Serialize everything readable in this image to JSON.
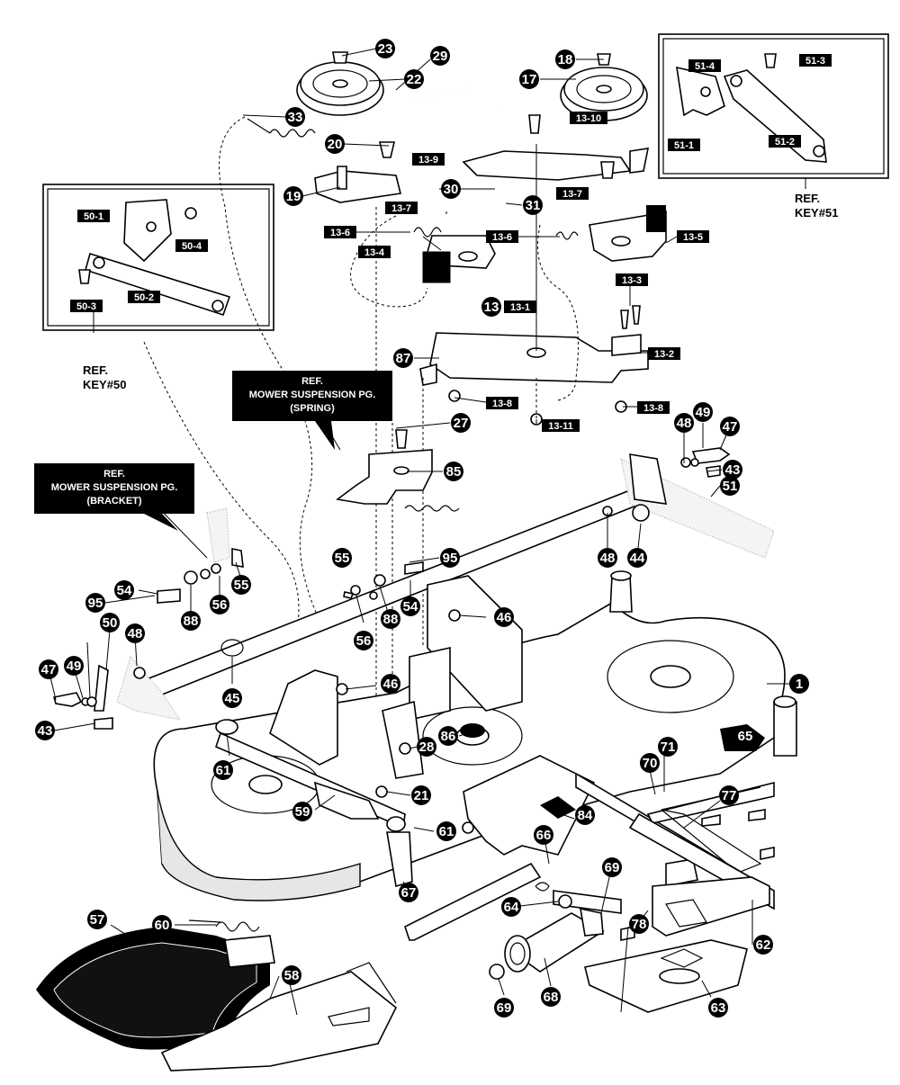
{
  "callouts": [
    {
      "id": "c23",
      "label": "23"
    },
    {
      "id": "c22",
      "label": "22"
    },
    {
      "id": "c29",
      "label": "29"
    },
    {
      "id": "c33",
      "label": "33"
    },
    {
      "id": "c20",
      "label": "20"
    },
    {
      "id": "c19",
      "label": "19"
    },
    {
      "id": "c18",
      "label": "18"
    },
    {
      "id": "c17",
      "label": "17"
    },
    {
      "id": "c30",
      "label": "30"
    },
    {
      "id": "c31",
      "label": "31"
    },
    {
      "id": "c13",
      "label": "13"
    },
    {
      "id": "c87",
      "label": "87"
    },
    {
      "id": "c27",
      "label": "27"
    },
    {
      "id": "c85",
      "label": "85"
    },
    {
      "id": "c49",
      "label": "49"
    },
    {
      "id": "c48a",
      "label": "48"
    },
    {
      "id": "c47a",
      "label": "47"
    },
    {
      "id": "c43a",
      "label": "43"
    },
    {
      "id": "c51",
      "label": "51"
    },
    {
      "id": "c48b",
      "label": "48"
    },
    {
      "id": "c44",
      "label": "44"
    },
    {
      "id": "c95a",
      "label": "95"
    },
    {
      "id": "c55a",
      "label": "55"
    },
    {
      "id": "c54a",
      "label": "54"
    },
    {
      "id": "c95b",
      "label": "95"
    },
    {
      "id": "c56a",
      "label": "56"
    },
    {
      "id": "c55b",
      "label": "55"
    },
    {
      "id": "c88a",
      "label": "88"
    },
    {
      "id": "c50",
      "label": "50"
    },
    {
      "id": "c48c",
      "label": "48"
    },
    {
      "id": "c47b",
      "label": "47"
    },
    {
      "id": "c49b",
      "label": "49"
    },
    {
      "id": "c43b",
      "label": "43"
    },
    {
      "id": "c56b",
      "label": "56"
    },
    {
      "id": "c88b",
      "label": "88"
    },
    {
      "id": "c54b",
      "label": "54"
    },
    {
      "id": "c46a",
      "label": "46"
    },
    {
      "id": "c45",
      "label": "45"
    },
    {
      "id": "c46b",
      "label": "46"
    },
    {
      "id": "c1",
      "label": "1"
    },
    {
      "id": "c65",
      "label": "65"
    },
    {
      "id": "c71",
      "label": "71"
    },
    {
      "id": "c70",
      "label": "70"
    },
    {
      "id": "c28",
      "label": "28"
    },
    {
      "id": "c86",
      "label": "86"
    },
    {
      "id": "c61a",
      "label": "61"
    },
    {
      "id": "c21",
      "label": "21"
    },
    {
      "id": "c77",
      "label": "77"
    },
    {
      "id": "c59",
      "label": "59"
    },
    {
      "id": "c61b",
      "label": "61"
    },
    {
      "id": "c84",
      "label": "84"
    },
    {
      "id": "c66",
      "label": "66"
    },
    {
      "id": "c69a",
      "label": "69"
    },
    {
      "id": "c67",
      "label": "67"
    },
    {
      "id": "c64",
      "label": "64"
    },
    {
      "id": "c78",
      "label": "78"
    },
    {
      "id": "c62",
      "label": "62"
    },
    {
      "id": "c57",
      "label": "57"
    },
    {
      "id": "c60",
      "label": "60"
    },
    {
      "id": "c58",
      "label": "58"
    },
    {
      "id": "c69b",
      "label": "69"
    },
    {
      "id": "c68",
      "label": "68"
    },
    {
      "id": "c63",
      "label": "63"
    }
  ],
  "box_labels": [
    {
      "id": "b13_10",
      "label": "13-10"
    },
    {
      "id": "b13_9",
      "label": "13-9"
    },
    {
      "id": "b13_7a",
      "label": "13-7"
    },
    {
      "id": "b13_7b",
      "label": "13-7"
    },
    {
      "id": "b13_6a",
      "label": "13-6"
    },
    {
      "id": "b13_6b",
      "label": "13-6"
    },
    {
      "id": "b13_5",
      "label": "13-5"
    },
    {
      "id": "b13_4",
      "label": "13-4"
    },
    {
      "id": "b13_3",
      "label": "13-3"
    },
    {
      "id": "b13_1",
      "label": "13-1"
    },
    {
      "id": "b13_2",
      "label": "13-2"
    },
    {
      "id": "b13_8a",
      "label": "13-8"
    },
    {
      "id": "b13_8b",
      "label": "13-8"
    },
    {
      "id": "b13_11",
      "label": "13-11"
    },
    {
      "id": "b50_1",
      "label": "50-1"
    },
    {
      "id": "b50_4",
      "label": "50-4"
    },
    {
      "id": "b50_3",
      "label": "50-3"
    },
    {
      "id": "b50_2",
      "label": "50-2"
    },
    {
      "id": "b51_3",
      "label": "51-3"
    },
    {
      "id": "b51_4",
      "label": "51-4"
    },
    {
      "id": "b51_1",
      "label": "51-1"
    },
    {
      "id": "b51_2",
      "label": "51-2"
    }
  ],
  "refs": {
    "key50": [
      "REF.",
      "KEY#50"
    ],
    "key51": [
      "REF.",
      "KEY#51"
    ],
    "spring": [
      "REF.",
      "MOWER SUSPENSION PG.",
      "(SPRING)"
    ],
    "bracket": [
      "REF.",
      "MOWER SUSPENSION PG.",
      "(BRACKET)"
    ]
  }
}
